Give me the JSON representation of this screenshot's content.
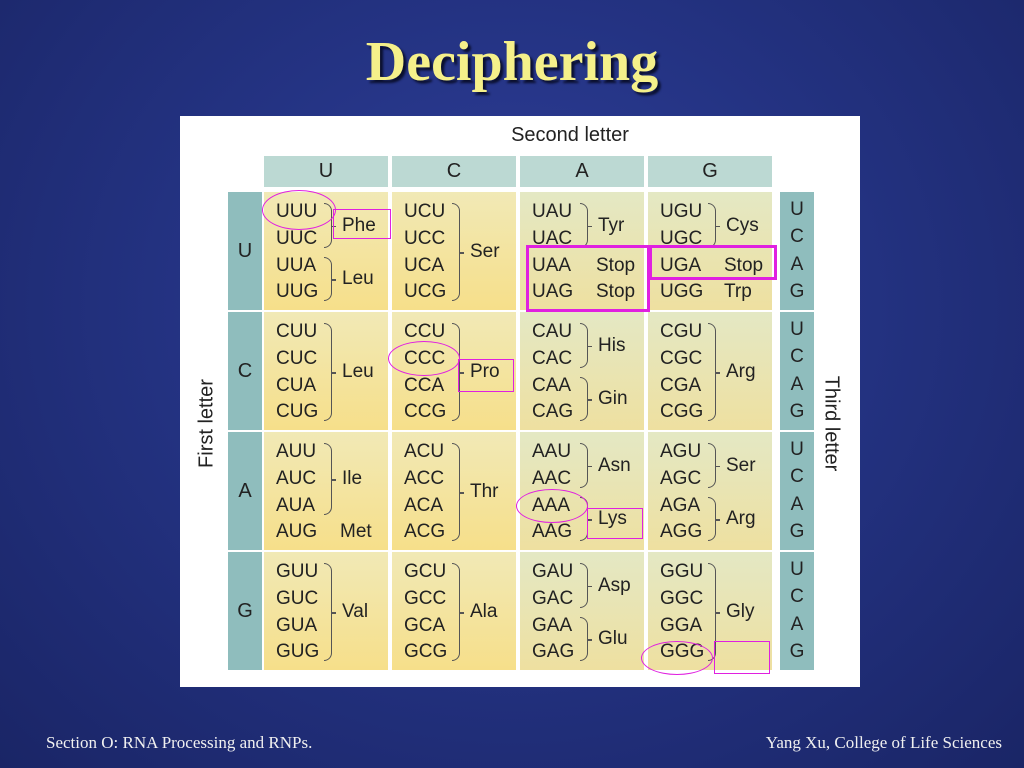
{
  "title": "Deciphering",
  "table": {
    "second_letter_label": "Second letter",
    "first_letter_label": "First letter",
    "third_letter_label": "Third letter",
    "columns": [
      "U",
      "C",
      "A",
      "G"
    ],
    "rows": [
      {
        "letter": "U",
        "third": [
          "U",
          "C",
          "A",
          "G"
        ],
        "cells": [
          {
            "codons": [
              "UUU",
              "UUC",
              "UUA",
              "UUG"
            ],
            "aminos": [
              {
                "name": "Phe",
                "span": [
                  0,
                  1
                ]
              },
              {
                "name": "Leu",
                "span": [
                  2,
                  3
                ]
              }
            ]
          },
          {
            "codons": [
              "UCU",
              "UCC",
              "UCA",
              "UCG"
            ],
            "aminos": [
              {
                "name": "Ser",
                "span": [
                  0,
                  3
                ]
              }
            ]
          },
          {
            "codons": [
              "UAU",
              "UAC",
              "UAA",
              "UAG"
            ],
            "aminos": [
              {
                "name": "Tyr",
                "span": [
                  0,
                  1
                ]
              },
              {
                "name": "Stop",
                "span": [
                  2,
                  2
                ]
              },
              {
                "name": "Stop",
                "span": [
                  3,
                  3
                ]
              }
            ]
          },
          {
            "codons": [
              "UGU",
              "UGC",
              "UGA",
              "UGG"
            ],
            "aminos": [
              {
                "name": "Cys",
                "span": [
                  0,
                  1
                ]
              },
              {
                "name": "Stop",
                "span": [
                  2,
                  2
                ]
              },
              {
                "name": "Trp",
                "span": [
                  3,
                  3
                ]
              }
            ]
          }
        ]
      },
      {
        "letter": "C",
        "third": [
          "U",
          "C",
          "A",
          "G"
        ],
        "cells": [
          {
            "codons": [
              "CUU",
              "CUC",
              "CUA",
              "CUG"
            ],
            "aminos": [
              {
                "name": "Leu",
                "span": [
                  0,
                  3
                ]
              }
            ]
          },
          {
            "codons": [
              "CCU",
              "CCC",
              "CCA",
              "CCG"
            ],
            "aminos": [
              {
                "name": "Pro",
                "span": [
                  0,
                  3
                ]
              }
            ]
          },
          {
            "codons": [
              "CAU",
              "CAC",
              "CAA",
              "CAG"
            ],
            "aminos": [
              {
                "name": "His",
                "span": [
                  0,
                  1
                ]
              },
              {
                "name": "Gin",
                "span": [
                  2,
                  3
                ]
              }
            ]
          },
          {
            "codons": [
              "CGU",
              "CGC",
              "CGA",
              "CGG"
            ],
            "aminos": [
              {
                "name": "Arg",
                "span": [
                  0,
                  3
                ]
              }
            ]
          }
        ]
      },
      {
        "letter": "A",
        "third": [
          "U",
          "C",
          "A",
          "G"
        ],
        "cells": [
          {
            "codons": [
              "AUU",
              "AUC",
              "AUA",
              "AUG"
            ],
            "aminos": [
              {
                "name": "Ile",
                "span": [
                  0,
                  2
                ]
              },
              {
                "name": "Met",
                "span": [
                  3,
                  3
                ]
              }
            ]
          },
          {
            "codons": [
              "ACU",
              "ACC",
              "ACA",
              "ACG"
            ],
            "aminos": [
              {
                "name": "Thr",
                "span": [
                  0,
                  3
                ]
              }
            ]
          },
          {
            "codons": [
              "AAU",
              "AAC",
              "AAA",
              "AAG"
            ],
            "aminos": [
              {
                "name": "Asn",
                "span": [
                  0,
                  1
                ]
              },
              {
                "name": "Lys",
                "span": [
                  2,
                  3
                ]
              }
            ]
          },
          {
            "codons": [
              "AGU",
              "AGC",
              "AGA",
              "AGG"
            ],
            "aminos": [
              {
                "name": "Ser",
                "span": [
                  0,
                  1
                ]
              },
              {
                "name": "Arg",
                "span": [
                  2,
                  3
                ]
              }
            ]
          }
        ]
      },
      {
        "letter": "G",
        "third": [
          "U",
          "C",
          "A",
          "G"
        ],
        "cells": [
          {
            "codons": [
              "GUU",
              "GUC",
              "GUA",
              "GUG"
            ],
            "aminos": [
              {
                "name": "Val",
                "span": [
                  0,
                  3
                ]
              }
            ]
          },
          {
            "codons": [
              "GCU",
              "GCC",
              "GCA",
              "GCG"
            ],
            "aminos": [
              {
                "name": "Ala",
                "span": [
                  0,
                  3
                ]
              }
            ]
          },
          {
            "codons": [
              "GAU",
              "GAC",
              "GAA",
              "GAG"
            ],
            "aminos": [
              {
                "name": "Asp",
                "span": [
                  0,
                  1
                ]
              },
              {
                "name": "Glu",
                "span": [
                  2,
                  3
                ]
              }
            ]
          },
          {
            "codons": [
              "GGU",
              "GGC",
              "GGA",
              "GGG"
            ],
            "aminos": [
              {
                "name": "Gly",
                "span": [
                  0,
                  3
                ]
              }
            ]
          }
        ]
      }
    ]
  },
  "footer": {
    "left": "Section O: RNA Processing and RNPs.",
    "right": "Yang Xu, College of Life Sciences"
  },
  "colors": {
    "title": "#f5f08a",
    "highlight": "#e020e0",
    "background": "#243383"
  }
}
